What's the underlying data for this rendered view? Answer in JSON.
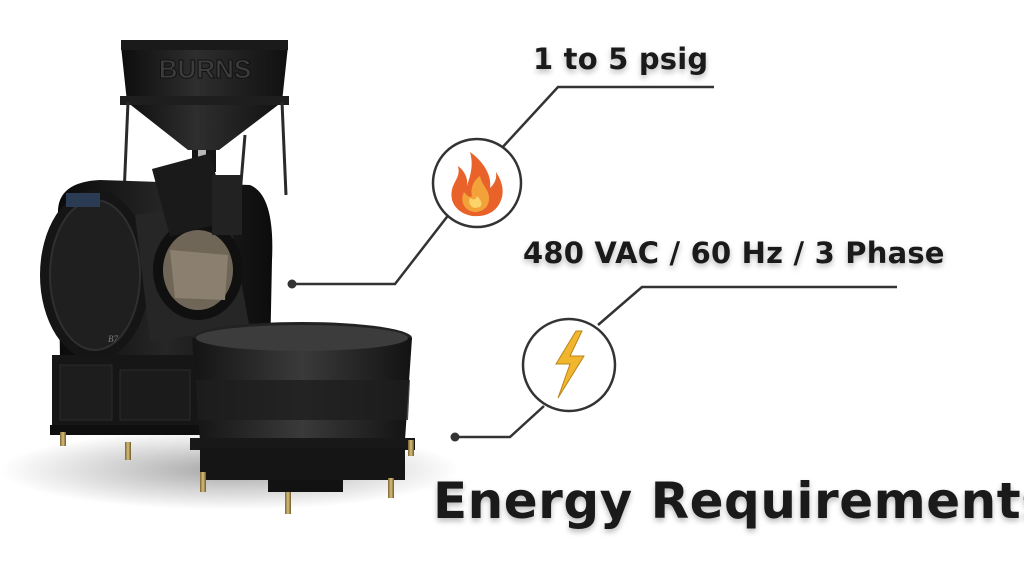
{
  "gas": {
    "value": "1 to 5 psig",
    "icon": "flame-icon"
  },
  "power": {
    "value": "480 VAC / 60 Hz / 3 Phase",
    "icon": "lightning-bolt-icon"
  },
  "title": "Energy Requirements",
  "product": {
    "hopper_lettering": "BURNS",
    "badge_lettering": "B7"
  },
  "colors": {
    "flame": "#e8622a",
    "bolt": "#f1b62e",
    "leader_line": "#333333",
    "machine": "#1c1c1c"
  }
}
